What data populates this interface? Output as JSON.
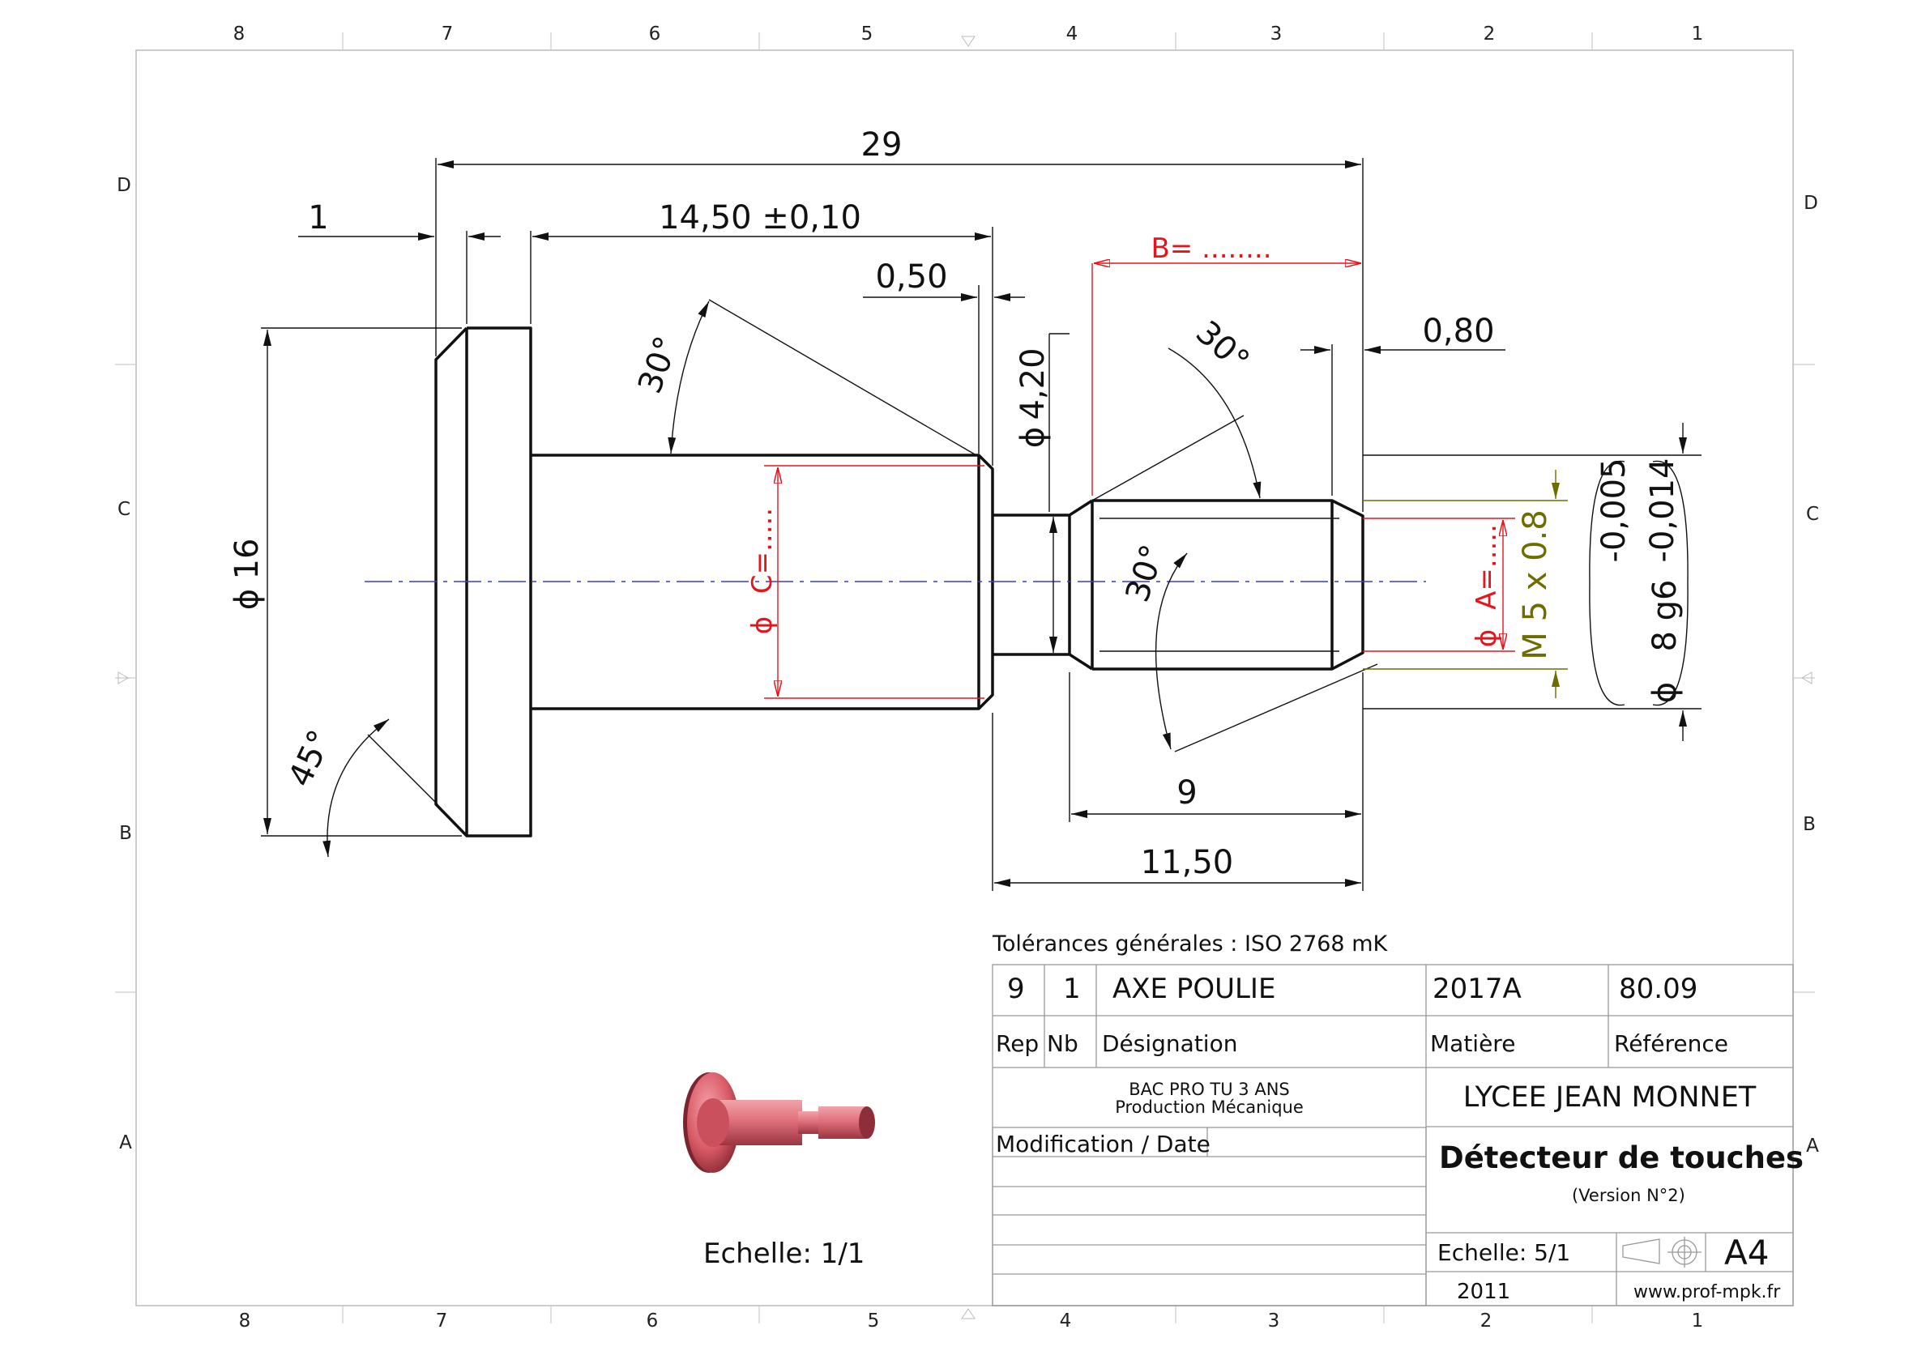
{
  "border": {
    "columns_top": [
      "8",
      "7",
      "6",
      "5",
      "4",
      "3",
      "2",
      "1"
    ],
    "columns_bottom": [
      "8",
      "7",
      "6",
      "5",
      "4",
      "3",
      "2",
      "1"
    ],
    "rows_left": [
      "D",
      "C",
      "B",
      "A"
    ],
    "rows_right": [
      "D",
      "C",
      "B",
      "A"
    ]
  },
  "dimensions": {
    "total_length": "29",
    "flange_width": "1",
    "shaft_length": "14,50 ±0,10",
    "chamfer_shaft": "0,50",
    "chamfer_thread": "0,80",
    "thread_length": "9",
    "pin_length": "11,50",
    "flange_diameter": "16",
    "groove_diameter": "4,20",
    "angle_flange": "45°",
    "angle_shaft": "30°",
    "angle_thread_top": "30°",
    "angle_thread_inner": "30°",
    "pin_fit": "8 g6",
    "tolerance_upper": "-0,005",
    "tolerance_lower": "-0,014",
    "thread_spec": "M 5 x 0.8",
    "blank_b": "B= ........",
    "blank_c": "C=.....",
    "blank_a": "A=.....",
    "diameter_symbol": "ϕ"
  },
  "title_block": {
    "general_tolerances": "Tolérances générales : ISO 2768 mK",
    "part": {
      "rep": "9",
      "nb": "1",
      "designation": "AXE POULIE",
      "material": "2017A",
      "reference": "80.09"
    },
    "headers": {
      "rep": "Rep",
      "nb": "Nb",
      "designation": "Désignation",
      "material": "Matière",
      "reference": "Référence"
    },
    "course_line1": "BAC PRO TU 3 ANS",
    "course_line2": "Production Mécanique",
    "school": "LYCEE JEAN MONNET",
    "modification_label": "Modification / Date",
    "project_title": "Détecteur de touches",
    "version": "(Version N°2)",
    "scale": "Echelle: 5/1",
    "format": "A4",
    "year": "2011",
    "website": "www.prof-mpk.fr"
  },
  "view_3d": {
    "scale": "Echelle: 1/1"
  },
  "colors": {
    "line": "#111111",
    "annotation_red": "#e8141c",
    "thread_olive": "#6e6e00",
    "axis_blue": "#3a3ad0",
    "part_render": "#e06070"
  }
}
